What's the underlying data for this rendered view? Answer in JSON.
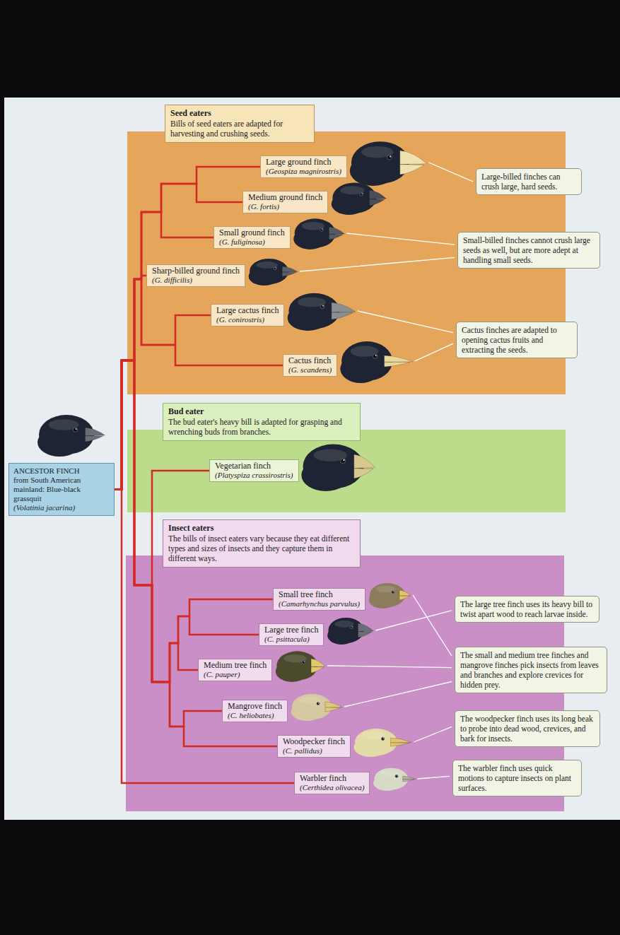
{
  "diagram": {
    "nodes": [
      {
        "text": [
          "Seed eaters",
          "Bills of seed eaters are adapted for harvesting and crushing seeds."
        ]
      },
      {
        "text": [
          "Large ground finch",
          "(Geospiza magnirostris)"
        ],
        "in": 0
      },
      {
        "text": [
          "Medium ground finch",
          "(G. fortis)"
        ],
        "in": 0
      },
      {
        "text": [
          "Small ground finch",
          "(G. fuliginosa)"
        ],
        "in": 0
      },
      {
        "text": [
          "Sharp-billed ground finch",
          "(G. difficilis)"
        ],
        "in": 0
      },
      {
        "text": [
          "Large cactus finch",
          "(G. conirostris)"
        ],
        "in": 0
      },
      {
        "text": [
          "Cactus finch",
          "(G. scandens)"
        ],
        "in": 0
      },
      {
        "text": [
          "Large-billed finches can crush large, hard seeds."
        ]
      },
      {
        "text": [
          "Small-billed finches cannot crush large seeds as well, but are more adept at handling small seeds."
        ]
      },
      {
        "text": [
          "Cactus finches are adapted to opening cactus fruits and extracting the seeds."
        ]
      },
      {
        "text": [
          "ANCESTOR FINCH",
          "from South American mainland: Blue-black grassquit",
          "(Volatinia jacarina)"
        ]
      },
      {
        "text": [
          "Bud eater",
          "The bud eater's heavy bill is adapted for grasping and wrenching buds from branches."
        ]
      },
      {
        "text": [
          "Vegetarian finch",
          "(Platyspiza crassirostris)"
        ],
        "in": 11
      },
      {
        "text": [
          "Insect eaters",
          "The bills of insect eaters vary because they eat different types and sizes of insects and they capture them in different ways."
        ]
      },
      {
        "text": [
          "Small tree finch",
          "(Camarhynchus parvulus)"
        ],
        "in": 13
      },
      {
        "text": [
          "Large tree finch",
          "(C. psittacula)"
        ],
        "in": 13
      },
      {
        "text": [
          "Medium tree finch",
          "(C. pauper)"
        ],
        "in": 13
      },
      {
        "text": [
          "Mangrove finch",
          "(C. heliobates)"
        ],
        "in": 13
      },
      {
        "text": [
          "Woodpecker finch",
          "(C. pallidus)"
        ],
        "in": 13
      },
      {
        "text": [
          "Warbler finch",
          "(Certhidea olivacea)"
        ],
        "in": 13
      },
      {
        "text": [
          "The large tree finch uses its heavy bill to twist apart wood to reach larvae inside."
        ]
      },
      {
        "text": [
          "The small and medium tree finches and mangrove finches pick insects from leaves and branches and explore crevices for hidden prey."
        ]
      },
      {
        "text": [
          "The woodpecker finch uses its long beak to probe into dead wood, crevices, and bark for insects."
        ]
      },
      {
        "text": [
          "The warbler finch uses quick motions to capture insects on plant surfaces."
        ]
      }
    ],
    "edges": [
      {
        "from": 10,
        "to": 1,
        "arrow": "none"
      },
      {
        "from": 10,
        "to": 2,
        "arrow": "none"
      },
      {
        "from": 10,
        "to": 3,
        "arrow": "none"
      },
      {
        "from": 10,
        "to": 4,
        "arrow": "none"
      },
      {
        "from": 10,
        "to": 5,
        "arrow": "none"
      },
      {
        "from": 10,
        "to": 6,
        "arrow": "none"
      },
      {
        "from": 10,
        "to": 12,
        "arrow": "none"
      },
      {
        "from": 10,
        "to": 14,
        "arrow": "none"
      },
      {
        "from": 10,
        "to": 15,
        "arrow": "none"
      },
      {
        "from": 10,
        "to": 16,
        "arrow": "none"
      },
      {
        "from": 10,
        "to": 17,
        "arrow": "none"
      },
      {
        "from": 10,
        "to": 18,
        "arrow": "none"
      },
      {
        "from": 10,
        "to": 19,
        "arrow": "none"
      }
    ]
  }
}
